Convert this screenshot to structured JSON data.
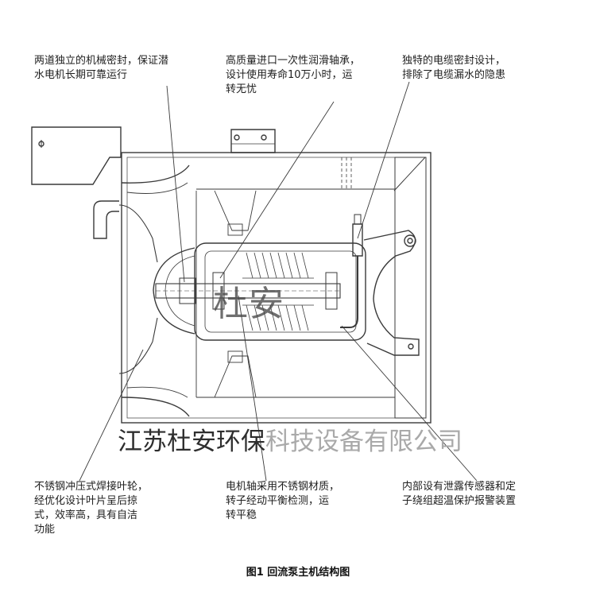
{
  "annotations": {
    "top_left": "两道独立的机械密封，保证潜\n水电机长期可靠运行",
    "top_center": "高质量进口一次性润滑轴承，\n设计使用寿命10万小时，运\n转无忧",
    "top_right": "独特的电缆密封设计，\n排除了电缆漏水的隐患",
    "bottom_left": "不锈钢冲压式焊接叶轮，\n经优化设计叶片呈后掠\n式，效率高，具有自洁\n功能",
    "bottom_center": "电机轴采用不锈钢材质，\n转子经动平衡检测，运\n转平稳",
    "bottom_right": "内部设有泄露传感器和定\n子绕组超温保护报警装置"
  },
  "caption": "图1 回流泵主机结构图",
  "watermark": {
    "center_mark": "杜安",
    "company_dark": "江苏杜安环保",
    "company_light": "科技设备有限公司"
  },
  "colors": {
    "line": "#3a3a3a",
    "text": "#1e1e1e"
  }
}
